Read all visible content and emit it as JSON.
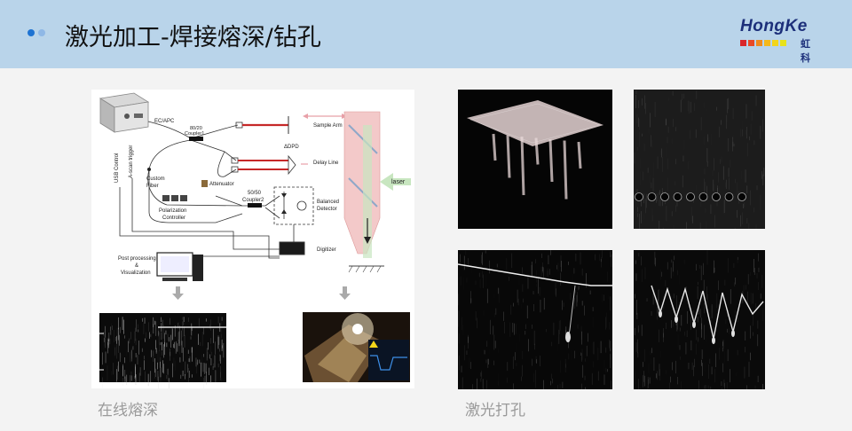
{
  "header": {
    "title": "激光加工-焊接熔深/钻孔",
    "dot_colors": [
      "#1e73d2",
      "#8fb8e6"
    ]
  },
  "logo": {
    "text": "HongKe",
    "cn": "虹科",
    "square_colors": [
      "#d9262b",
      "#e94a26",
      "#f08a1d",
      "#f5b81a",
      "#f3d51a",
      "#e8e21a"
    ]
  },
  "diagram": {
    "usb_control": "USB Control",
    "ascan": "A-scan trigger",
    "ecapc": "EC/APC",
    "coupler1": [
      "80/20",
      "Coupler1"
    ],
    "sample_arm": "Sample Arm",
    "delay_line": "Delay Line",
    "dpd": "ΔDPD",
    "custom_fiber": [
      "Custom",
      "Fiber"
    ],
    "attenuator": "Attenuator",
    "coupler2": [
      "50/50",
      "Coupler2"
    ],
    "balanced": [
      "Balanced",
      "Detector"
    ],
    "polarization": [
      "Polarization",
      "Controller"
    ],
    "digitizer": "Digitizer",
    "post_processing": [
      "Post processing",
      "&",
      "Visualization"
    ],
    "laser": "laser"
  },
  "captions": {
    "left": "在线熔深",
    "right": "激光打孔"
  }
}
